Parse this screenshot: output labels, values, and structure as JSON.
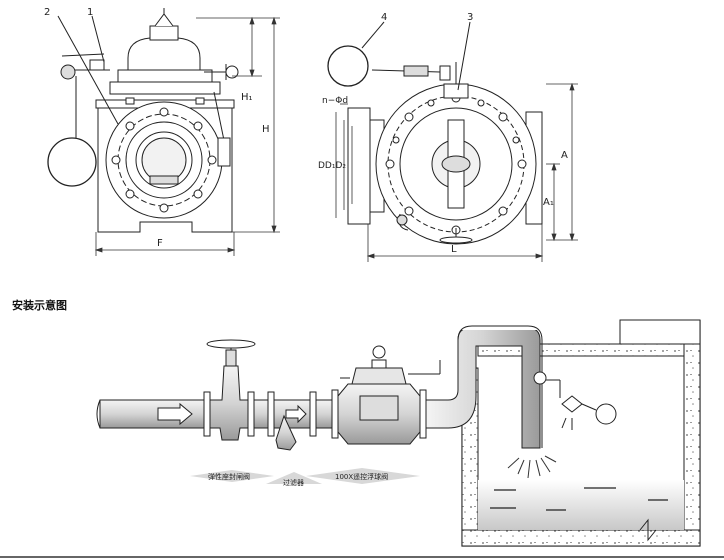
{
  "section_title": "安装示意图",
  "front_view": {
    "callouts": [
      "2",
      "1"
    ],
    "dims": {
      "height_total": "H",
      "height_upper": "H₁",
      "width": "F"
    }
  },
  "side_view": {
    "callouts": [
      "4",
      "3"
    ],
    "dims": {
      "bolt_holes": "n−Φd",
      "diameters": "DD₁D₂",
      "length": "L",
      "height_total": "A",
      "height_lower": "A₁"
    }
  },
  "install": {
    "labels": {
      "gate_valve": "弹性座封闸阀",
      "filter": "过滤器",
      "float_valve": "100X遥控浮球阀"
    }
  }
}
